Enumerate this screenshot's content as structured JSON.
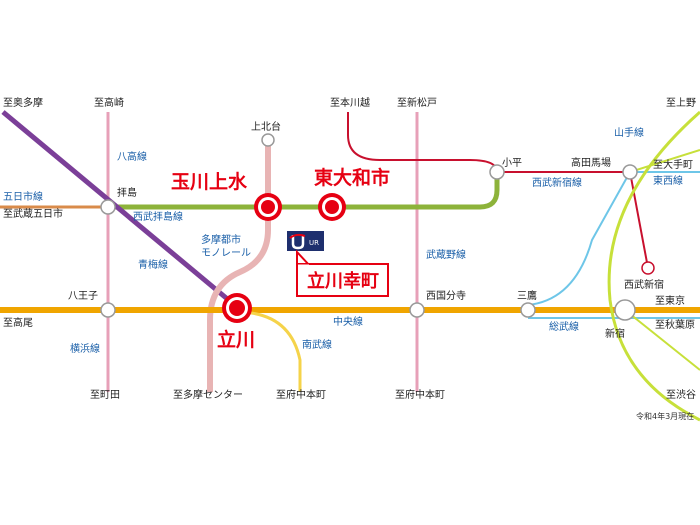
{
  "colors": {
    "chuo": "#f0a500",
    "seibu_haijima": "#8db33a",
    "ome": "#7b3f98",
    "monorail": "#e8b4b4",
    "jr_pink": "#e7a0b8",
    "seibu_shinjuku": "#c8102e",
    "seibu_kokubunji": "#c8102e",
    "nambu": "#f5d34a",
    "yamanote": "#c7e03a",
    "sobu": "#6ec6e8",
    "accent": "#e60012",
    "label_blue": "#1a5fa8"
  },
  "destinations": {
    "okutama": "至奥多摩",
    "takasaki": "至高崎",
    "kamikitadai": "上北台",
    "honkawagoe": "至本川越",
    "shinmatsudo": "至新松戸",
    "ueno": "至上野",
    "musashi_itsukaichi": "至武蔵五日市",
    "otemachi": "至大手町",
    "takao": "至高尾",
    "tokyo": "至東京",
    "akihabara": "至秋葉原",
    "machida": "至町田",
    "tama_center": "至多摩センター",
    "fuchu_honmachi_a": "至府中本町",
    "fuchu_honmachi_b": "至府中本町",
    "shibuya": "至渋谷"
  },
  "stations": {
    "haijima": "拝島",
    "kodaira": "小平",
    "takadanobaba": "高田馬場",
    "hachioji": "八王子",
    "kokubunji": "西国分寺",
    "mitaka": "三鷹",
    "shinjuku": "新宿",
    "seibu_shinjuku": "西武新宿"
  },
  "highlight_stations": {
    "tamagawa_josui": "玉川上水",
    "higashiyamato": "東大和市",
    "tachikawa": "立川"
  },
  "lines": {
    "hachiko": "八高線",
    "itsukaichi": "五日市線",
    "haijima_line": "西武拝島線",
    "ome": "青梅線",
    "monorail_1": "多摩都市",
    "monorail_2": "モノレール",
    "musashino": "武蔵野線",
    "chuo": "中央線",
    "nambu": "南武線",
    "yokohama": "横浜線",
    "sobu": "総武線",
    "yamanote": "山手線",
    "seibu_shinjuku": "西武新宿線",
    "tozai": "東西線"
  },
  "callout": {
    "label": "立川幸町",
    "logo_text": "UR"
  },
  "note": "令和4年3月現在"
}
